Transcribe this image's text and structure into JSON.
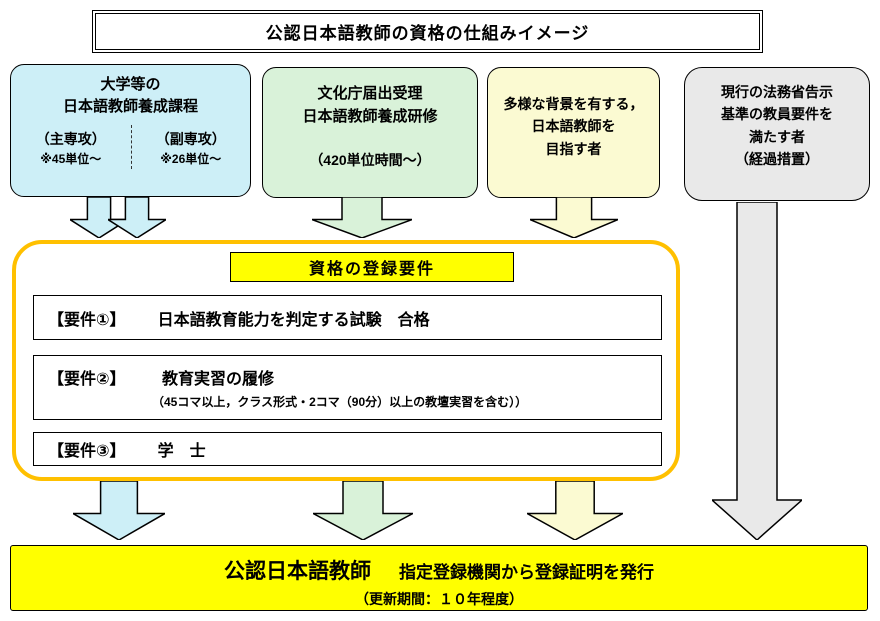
{
  "title": "公認日本語教師の資格の仕組みイメージ",
  "paths": {
    "university": {
      "line1": "大学等の",
      "line2": "日本語教師養成課程",
      "major_label": "（主専攻）",
      "major_note": "※45単位～",
      "minor_label": "（副専攻）",
      "minor_note": "※26単位～"
    },
    "training": {
      "line1": "文化庁届出受理",
      "line2": "日本語教師養成研修",
      "note": "（420単位時間～）"
    },
    "diverse": {
      "line1": "多様な背景を有する，",
      "line2": "日本語教師を",
      "line3": "目指す者"
    },
    "current": {
      "line1": "現行の法務省告示",
      "line2": "基準の教員要件を",
      "line3": "満たす者",
      "line4": "（経過措置）"
    }
  },
  "requirements": {
    "header": "資格の登録要件",
    "req1": {
      "label": "【要件①】",
      "text": "日本語教育能力を判定する試験　合格"
    },
    "req2": {
      "label": "【要件②】",
      "text": "教育実習の履修",
      "note": "（45コマ以上，クラス形式・2コマ（90分）以上の教壇実習を含む））"
    },
    "req3": {
      "label": "【要件③】",
      "text": "学　士"
    }
  },
  "result": {
    "title": "公認日本語教師",
    "subtitle": "指定登録機関から登録証明を発行",
    "note": "（更新期間：１０年程度）"
  },
  "colors": {
    "cyan": "#CDEFF7",
    "green": "#D9F2D9",
    "pale_yellow": "#FBFAD2",
    "gray": "#E9E9E9",
    "orange": "#FFC000",
    "yellow": "#FFFF00"
  }
}
